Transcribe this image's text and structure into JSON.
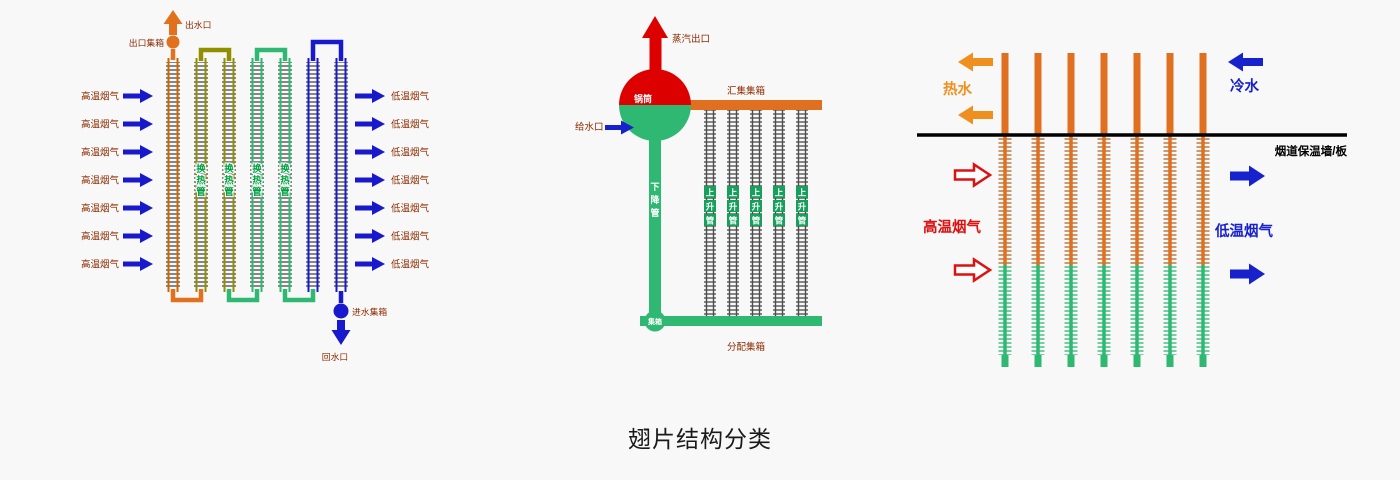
{
  "title": "翅片结构分类",
  "colors": {
    "orange": "#e2711d",
    "olive": "#8f8f00",
    "teal": "#2eb872",
    "blue": "#1818cc",
    "red": "#dd1111",
    "maroon": "#8b2b00",
    "green_text": "#00a040",
    "black": "#000000"
  },
  "d1": {
    "outlet_port": "出水口",
    "outlet_header": "出口集箱",
    "hot_gas_label": "高温烟气",
    "cold_gas_label": "低温烟气",
    "tube_chars": [
      "换",
      "热",
      "管"
    ],
    "inlet_header": "进水集箱",
    "return_port": "回水口"
  },
  "d2": {
    "steam_outlet": "蒸汽出口",
    "drum": "锅筒",
    "feed_port": "给水口",
    "collect_header": "汇集集箱",
    "downcomer_chars": [
      "下",
      "降",
      "管"
    ],
    "riser_chars": [
      "上",
      "升",
      "管"
    ],
    "dist_header": "分配集箱",
    "header_box": "集箱"
  },
  "d3": {
    "hot_water": "热水",
    "cold_water": "冷水",
    "wall_label": "烟道保温墙/板",
    "hot_gas": "高温烟气",
    "cold_gas": "低温烟气"
  }
}
